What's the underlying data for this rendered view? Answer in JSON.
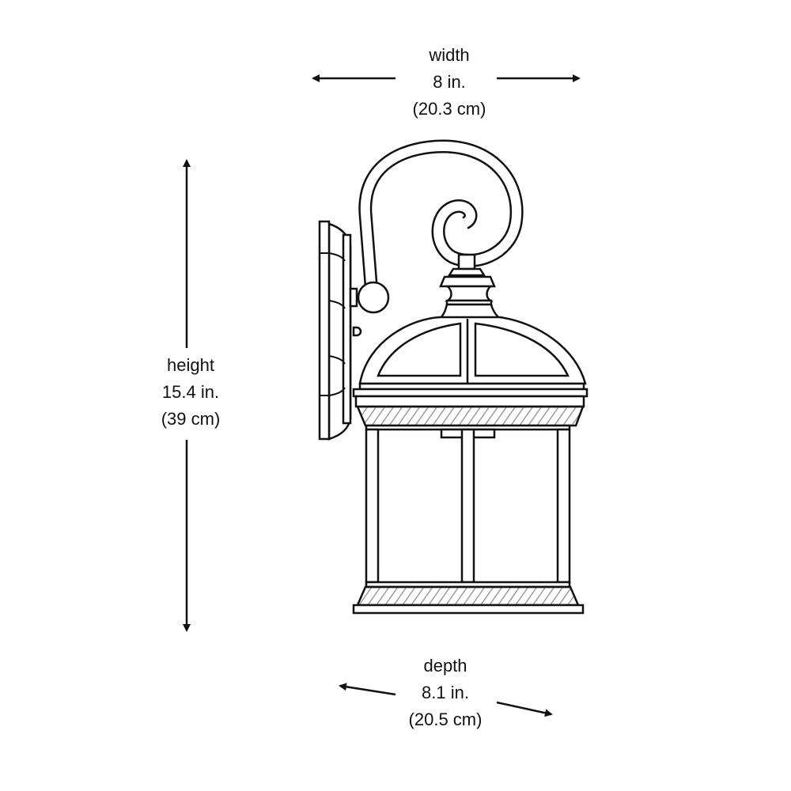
{
  "dimensions": {
    "width": {
      "label": "width",
      "imperial": "8 in.",
      "metric": "(20.3 cm)"
    },
    "height": {
      "label": "height",
      "imperial": "15.4 in.",
      "metric": "(39 cm)"
    },
    "depth": {
      "label": "depth",
      "imperial": "8.1 in.",
      "metric": "(20.5 cm)"
    }
  },
  "colors": {
    "line": "#111111",
    "hatch": "#8a8a8a",
    "background": "#ffffff"
  }
}
